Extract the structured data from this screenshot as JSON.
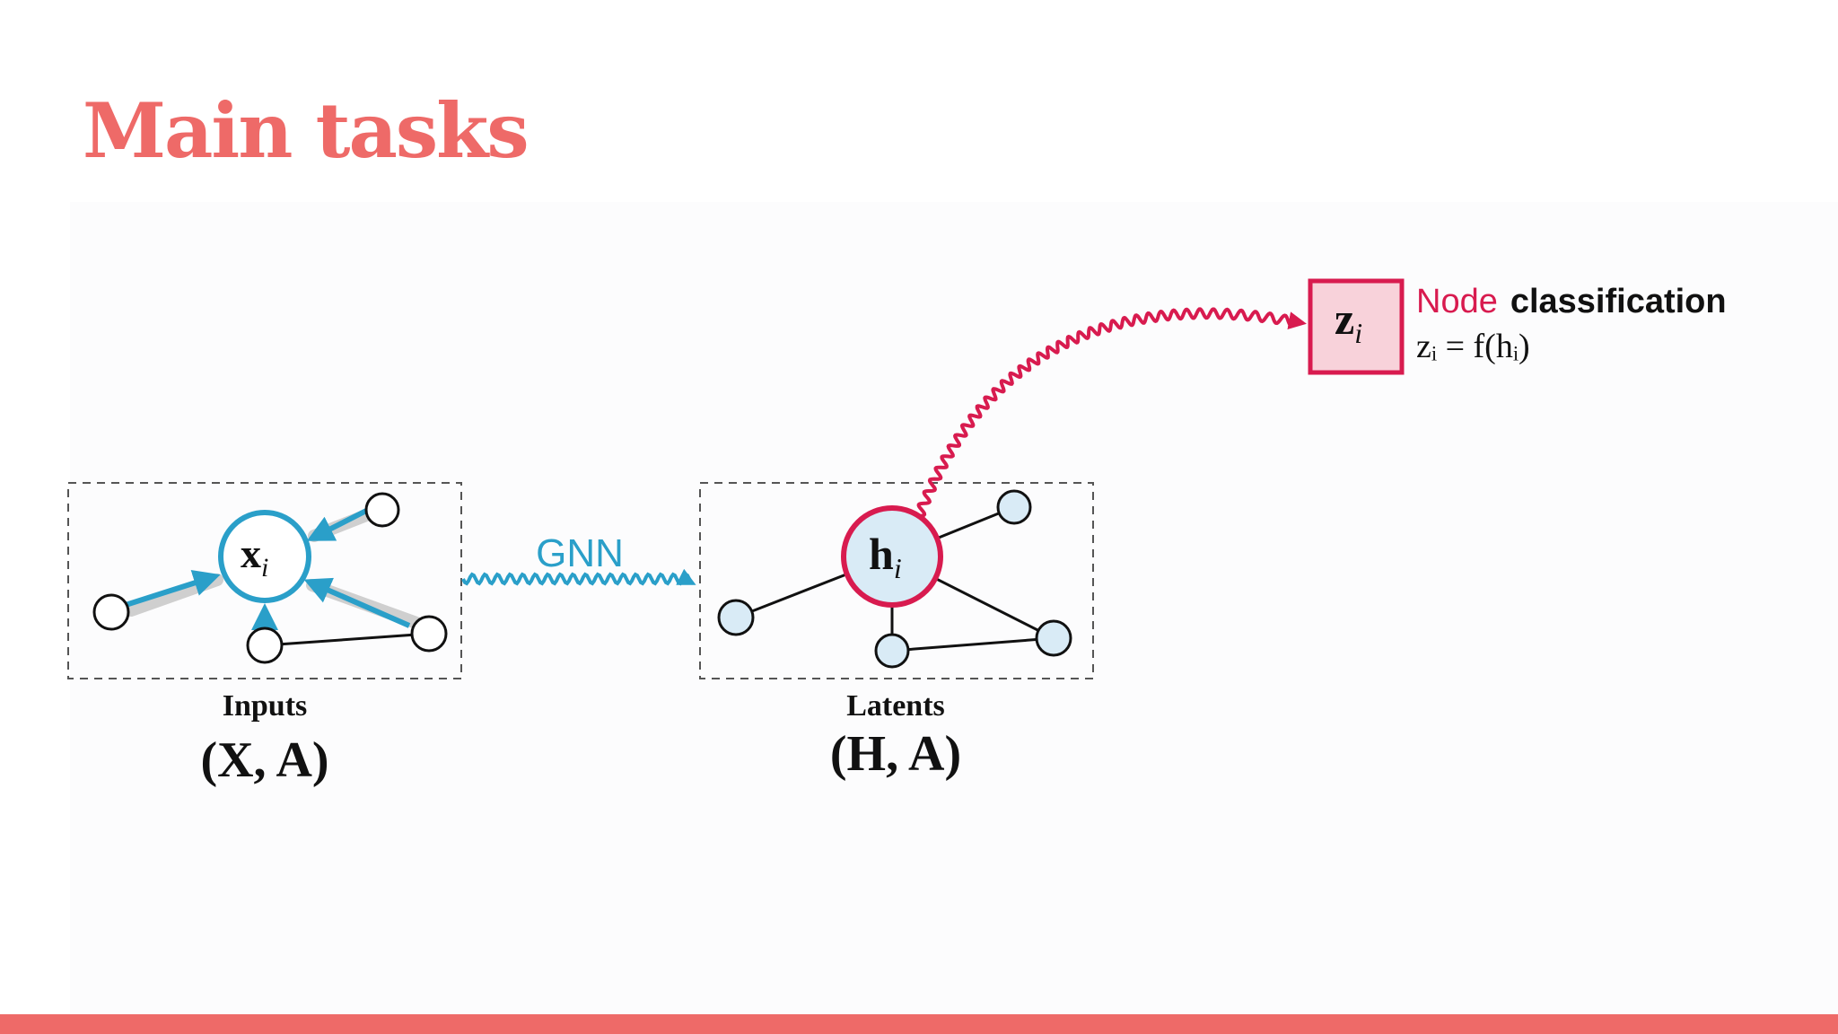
{
  "slide": {
    "title": "Main tasks"
  },
  "diagram": {
    "inputs": {
      "caption": "Inputs",
      "formula": "(X, A)",
      "node_label": "x",
      "node_sub": "i"
    },
    "arrow": {
      "label": "GNN"
    },
    "latents": {
      "caption": "Latents",
      "formula": "(H, A)",
      "node_label": "h",
      "node_sub": "i"
    },
    "output": {
      "box_label": "z",
      "box_sub": "i",
      "task_word": "Node",
      "task_rest": "classification",
      "equation": "zᵢ = f(hᵢ)"
    }
  },
  "colors": {
    "title": "#ee6a68",
    "bar": "#ee6a68",
    "input_blue": "#2a9fc9",
    "latent_red": "#d81b4f",
    "latent_fill": "#d9ebf6",
    "box_fill": "#f8d2da"
  }
}
